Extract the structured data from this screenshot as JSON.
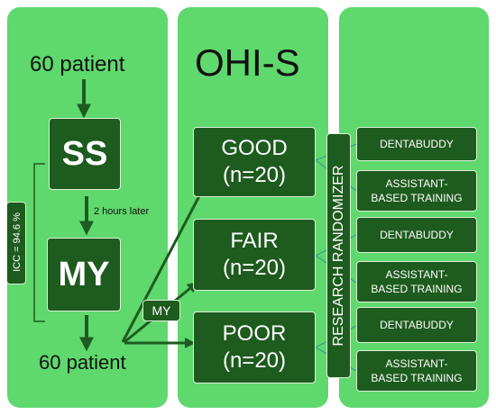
{
  "colors": {
    "panel": "#5fd86d",
    "box": "#1e5b1e",
    "box_border": "#dcefd9",
    "arrow": "#1e5b1e",
    "connector": "#3aa08a"
  },
  "left": {
    "top_label": "60 patient",
    "ss_label": "SS",
    "delay_label": "2 hours later",
    "my_label": "MY",
    "icc_label": "ICC = 94.6 %",
    "bottom_label": "60 patient"
  },
  "middle": {
    "title": "OHI-S",
    "my_tag": "MY",
    "groups": [
      {
        "name": "GOOD",
        "n": "(n=20)"
      },
      {
        "name": "FAIR",
        "n": "(n=20)"
      },
      {
        "name": "POOR",
        "n": "(n=20)"
      }
    ]
  },
  "right": {
    "randomizer": "RESEARCH RANDOMIZER",
    "arms": [
      {
        "dentabuddy": "DENTABUDDY",
        "assistant": "ASSISTANT-BASED TRAINING"
      },
      {
        "dentabuddy": "DENTABUDDY",
        "assistant": "ASSISTANT-BASED TRAINING"
      },
      {
        "dentabuddy": "DENTABUDDY",
        "assistant": "ASSISTANT-BASED TRAINING"
      }
    ]
  }
}
